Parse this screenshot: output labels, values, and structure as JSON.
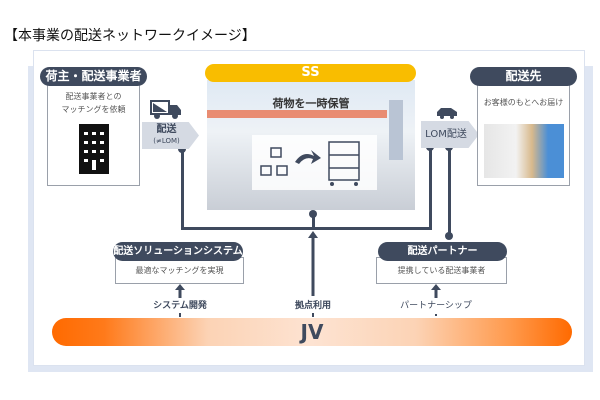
{
  "title": "【本事業の配送ネットワークイメージ】",
  "shipper": {
    "header": "荷主・配送事業者",
    "desc_line1": "配送事業者との",
    "desc_line2": "マッチングを依頼"
  },
  "delivery": {
    "label": "配送",
    "sub": "(≠LOM)"
  },
  "ss": {
    "header": "SS",
    "caption": "荷物を一時保管"
  },
  "lom": {
    "label": "LOM配送"
  },
  "destination": {
    "header": "配送先",
    "desc": "お客様のもとへお届け"
  },
  "solution": {
    "header": "配送ソリューションシステム",
    "desc": "最適なマッチングを実現"
  },
  "partner": {
    "header": "配送パートナー",
    "desc": "提携している配送事業者"
  },
  "links": {
    "system": "システム開発",
    "base": "拠点利用",
    "partnership": "パートナーシップ"
  },
  "jv": {
    "label": "JV"
  },
  "colors": {
    "navy": "#3f4a5e",
    "yellow": "#f9bd00",
    "orange": "#ff6a00"
  }
}
